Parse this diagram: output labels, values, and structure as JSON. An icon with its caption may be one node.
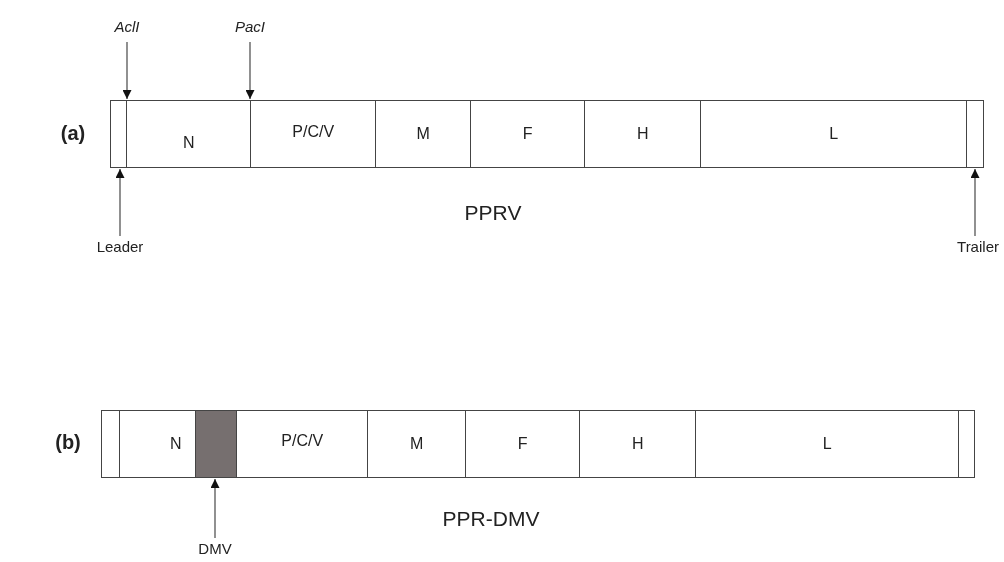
{
  "diagram": {
    "nodes": [
      {
        "text": [
          "AclI"
        ]
      },
      {
        "text": [
          "PacI"
        ]
      },
      {
        "text": [],
        "shape": "box"
      },
      {
        "text": [
          "N"
        ]
      },
      {
        "text": [
          "P/C/V"
        ]
      },
      {
        "text": [
          "M"
        ]
      },
      {
        "text": [
          "F"
        ]
      },
      {
        "text": [
          "H"
        ]
      },
      {
        "text": [
          "L"
        ]
      },
      {
        "text": [],
        "shape": "box"
      },
      {
        "text": [
          "Leader"
        ]
      },
      {
        "text": [
          "Trailer"
        ]
      },
      {
        "text": [],
        "shape": "box"
      },
      {
        "text": [
          "N"
        ]
      },
      {
        "text": [],
        "shape": "box"
      },
      {
        "text": [
          "P/C/V"
        ]
      },
      {
        "text": [
          "M"
        ]
      },
      {
        "text": [
          "F"
        ]
      },
      {
        "text": [
          "H"
        ]
      },
      {
        "text": [
          "L"
        ]
      },
      {
        "text": [],
        "shape": "box"
      },
      {
        "text": [
          "DMV"
        ]
      }
    ],
    "edges": [
      {
        "from": 0,
        "to": 3,
        "arrow": "to"
      },
      {
        "from": 1,
        "to": 4,
        "arrow": "to"
      },
      {
        "from": 10,
        "to": 2,
        "arrow": "to"
      },
      {
        "from": 11,
        "to": 9,
        "arrow": "to"
      },
      {
        "from": 21,
        "to": 14,
        "arrow": "to"
      }
    ],
    "labels": [
      "(a)",
      "PPRV",
      "(b)",
      "PPR-DMV"
    ]
  }
}
